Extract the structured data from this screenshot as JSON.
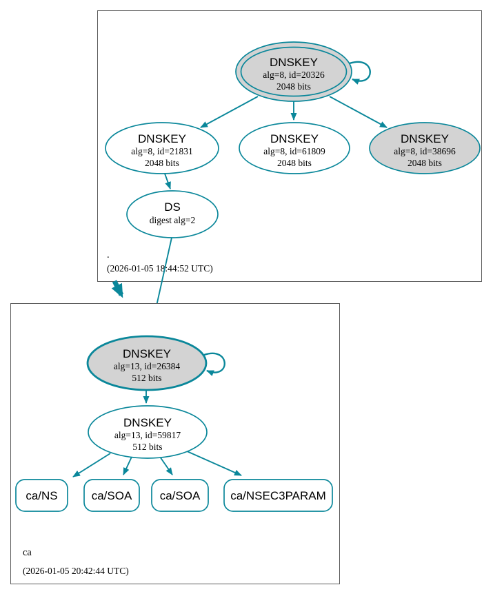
{
  "colors": {
    "accent": "#0a879a",
    "ksk_fill": "#d3d3d3",
    "node_fill": "#ffffff",
    "box_border": "#5b5b5b",
    "background": "#ffffff"
  },
  "zones": {
    "root": {
      "name": ".",
      "timestamp": "(2026-01-05 18:44:52 UTC)",
      "ksk_trust_anchor": {
        "title": "DNSKEY",
        "detail": "alg=8, id=20326",
        "bits": "2048 bits"
      },
      "zsk_left": {
        "title": "DNSKEY",
        "detail": "alg=8, id=21831",
        "bits": "2048 bits"
      },
      "zsk_mid": {
        "title": "DNSKEY",
        "detail": "alg=8, id=61809",
        "bits": "2048 bits"
      },
      "ksk_right": {
        "title": "DNSKEY",
        "detail": "alg=8, id=38696",
        "bits": "2048 bits"
      },
      "ds": {
        "title": "DS",
        "detail": "digest alg=2"
      }
    },
    "ca": {
      "name": "ca",
      "timestamp": "(2026-01-05 20:42:44 UTC)",
      "ksk": {
        "title": "DNSKEY",
        "detail": "alg=13, id=26384",
        "bits": "512 bits"
      },
      "zsk": {
        "title": "DNSKEY",
        "detail": "alg=13, id=59817",
        "bits": "512 bits"
      },
      "rrsets": [
        {
          "label": "ca/NS"
        },
        {
          "label": "ca/SOA"
        },
        {
          "label": "ca/SOA"
        },
        {
          "label": "ca/NSEC3PARAM"
        }
      ]
    }
  }
}
